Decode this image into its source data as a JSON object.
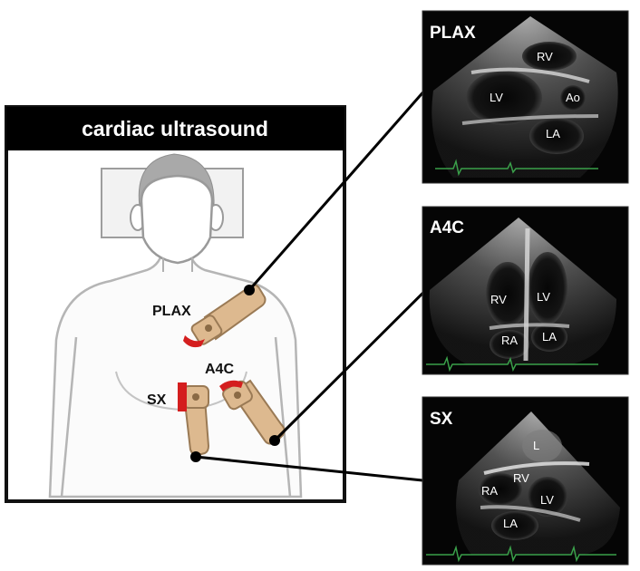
{
  "header": {
    "title": "cardiac ultrasound"
  },
  "probes": {
    "plax": "PLAX",
    "a4c": "A4C",
    "sx": "SX"
  },
  "views": [
    {
      "title": "PLAX",
      "structures": [
        "RV",
        "LV",
        "Ao",
        "LA"
      ]
    },
    {
      "title": "A4C",
      "structures": [
        "RV",
        "LV",
        "RA",
        "LA"
      ]
    },
    {
      "title": "SX",
      "structures": [
        "L",
        "RV",
        "RA",
        "LV",
        "LA"
      ]
    }
  ],
  "colors": {
    "probe_fill": "#ddb98f",
    "probe_stroke": "#9a7a55",
    "probe_head": "#d41e1e",
    "panel_border": "#111111",
    "ultrasound_bg": "#050505",
    "ecg_trace": "#3aa04a"
  }
}
